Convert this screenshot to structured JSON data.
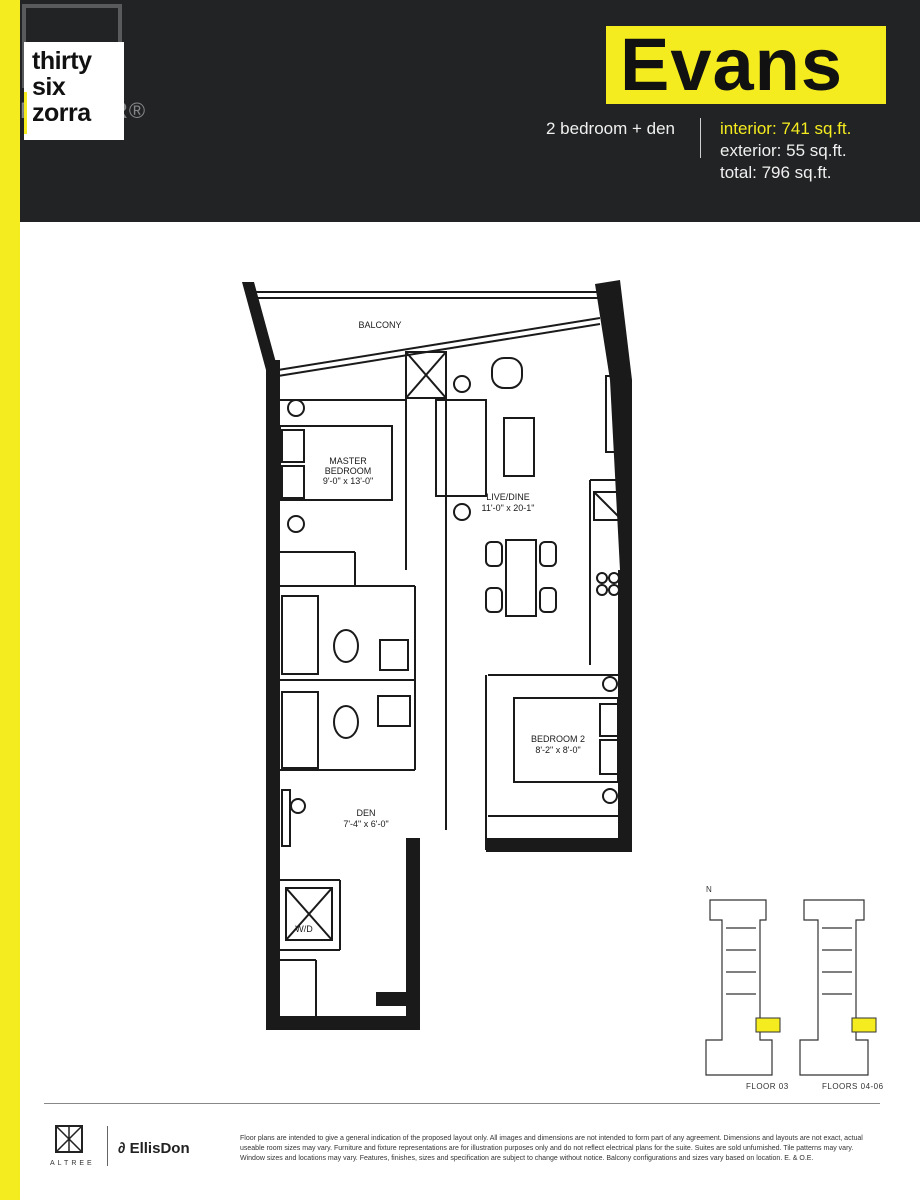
{
  "header": {
    "watermark_text": "REALTOR®",
    "brand_lines": [
      "thirty",
      "six",
      "zorra"
    ],
    "suite_name": "Evans",
    "suite_type": "2 bedroom + den",
    "interior": "interior: 741 sq.ft.",
    "exterior": "exterior: 55 sq.ft.",
    "total": "total: 796 sq.ft."
  },
  "plan_labels": {
    "balcony": "BALCONY",
    "master_bedroom_line1": "MASTER",
    "master_bedroom_line2": "BEDROOM",
    "master_bedroom_dims": "9'-0\" x 13'-0\"",
    "live_dine": "LIVE/DINE",
    "live_dine_dims": "11'-0\" x 20-1\"",
    "bedroom2": "BEDROOM 2",
    "bedroom2_dims": "8'-2\" x 8'-0\"",
    "den": "DEN",
    "den_dims": "7'-4\" x 6'-0\"",
    "wd": "W/D"
  },
  "key_plan": {
    "north": "N",
    "floor_03": "FLOOR 03",
    "floors_04_06": "FLOORS 04-06",
    "highlight_color": "#f5ec1f"
  },
  "footer": {
    "altree": "ALTREE",
    "ellisdon": "EllisDon",
    "disclaimer": "Floor plans are intended to give a general indication of the proposed layout only. All images and dimensions are not intended to form part of any agreement. Dimensions and layouts are not exact, actual useable room sizes may vary. Furniture and fixture representations are for illustration purposes only and do not reflect electrical plans for the suite. Suites are sold unfurnished. Tile patterns may vary. Window sizes and locations may vary. Features, finishes, sizes and specification are subject to change without notice. Balcony configurations and sizes vary based on location. E. & O.E."
  },
  "colors": {
    "accent_yellow": "#f5ec1f",
    "header_dark": "#222324"
  }
}
